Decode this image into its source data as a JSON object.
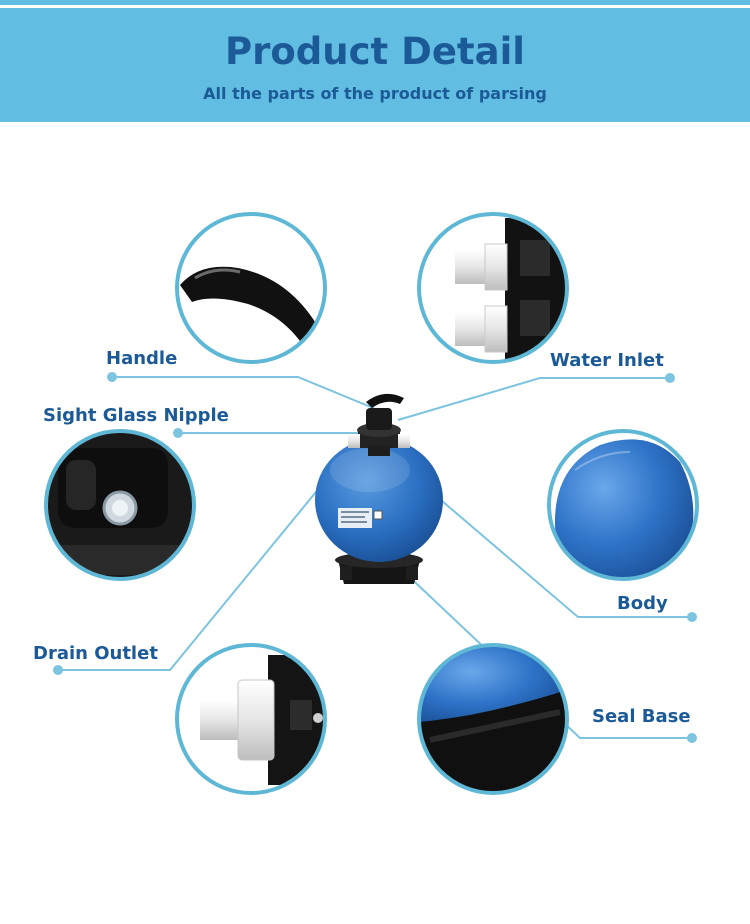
{
  "header": {
    "title": "Product Detail",
    "subtitle": "All the parts of the product of parsing"
  },
  "labels": {
    "handle": "Handle",
    "water_inlet": "Water Inlet",
    "sight_glass_nipple": "Sight Glass Nipple",
    "body": "Body",
    "drain_outlet": "Drain Outlet",
    "seal_base": "Seal Base"
  },
  "colors": {
    "banner": "#61bde1",
    "heading_text": "#1b5a96",
    "circle_ring": "#5fb7d6",
    "leader_line": "#7cc4e0",
    "tank_blue": "#2a6fc2"
  }
}
